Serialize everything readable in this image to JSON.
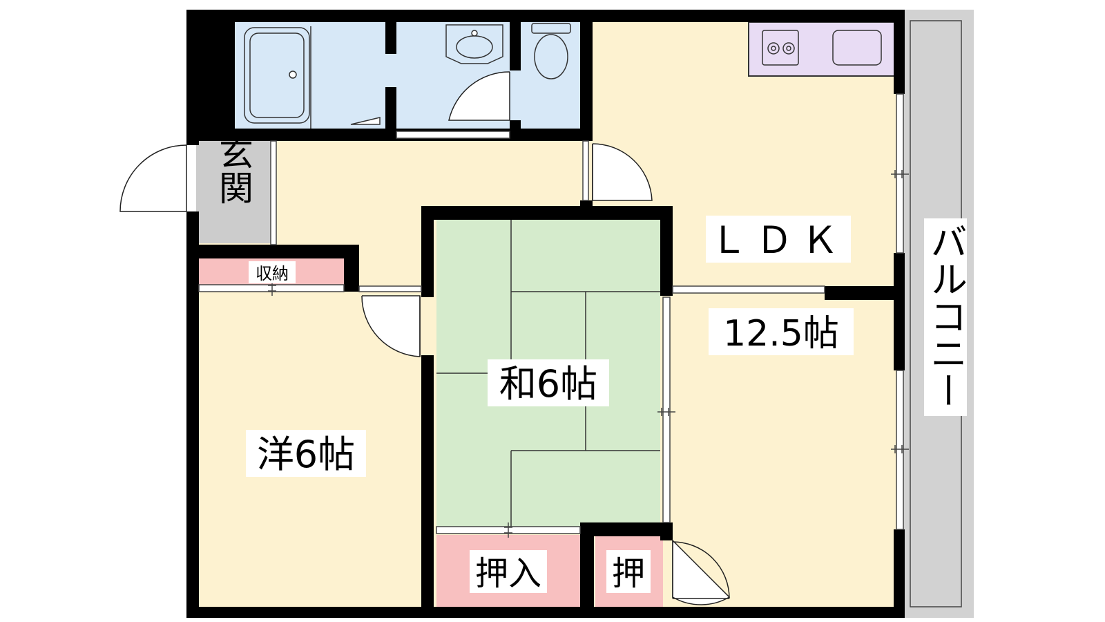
{
  "rooms": {
    "ldk": {
      "name": "ＬＤＫ",
      "size": "12.5帖"
    },
    "western": {
      "name": "洋6帖"
    },
    "japanese": {
      "name": "和6帖"
    },
    "entrance": {
      "name": "玄関"
    },
    "storage": {
      "name": "収納"
    },
    "closet_large": {
      "name": "押入"
    },
    "closet_small": {
      "name": "押"
    },
    "balcony": {
      "name": "バルコニー"
    }
  },
  "colors": {
    "wall": "#000000",
    "ldk_floor": "#fdf2d0",
    "washitsu": "#d5ebcc",
    "water": "#d7e8f7",
    "storage": "#f8c0c0",
    "kitchen": "#e8dcf4",
    "entrance_floor": "#cccccc",
    "balcony": "#d2d2d2"
  }
}
